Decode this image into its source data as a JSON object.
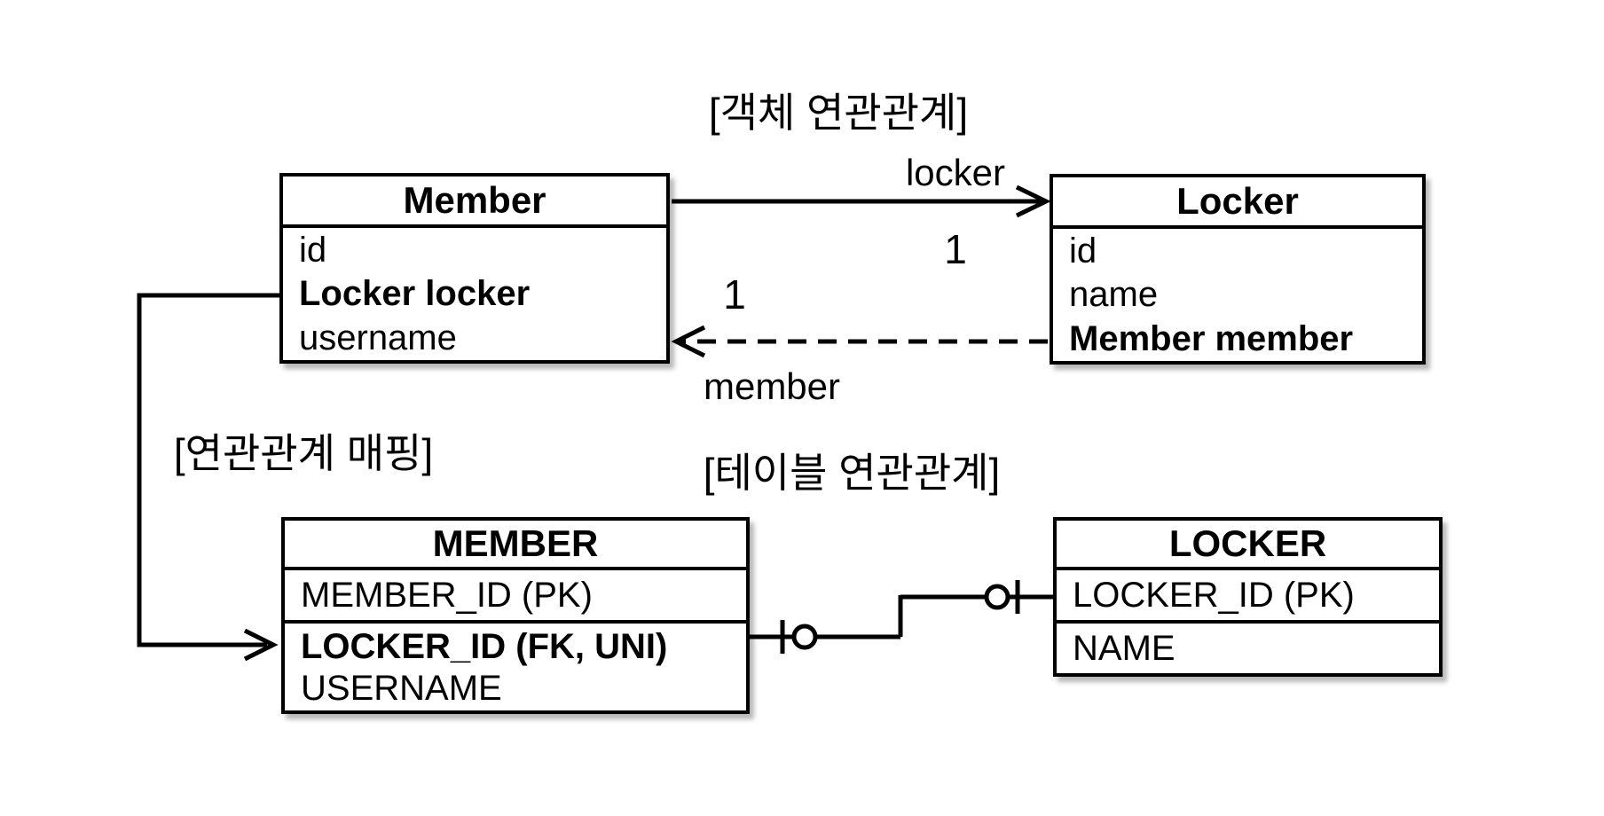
{
  "section_labels": {
    "object_association": "[객체 연관관계]",
    "association_mapping": "[연관관계 매핑]",
    "table_association": "[테이블 연관관계]"
  },
  "object_diagram": {
    "member_class": {
      "title": "Member",
      "fields": [
        {
          "name": "id"
        },
        {
          "name": "Locker locker"
        },
        {
          "name": "username"
        }
      ]
    },
    "locker_class": {
      "title": "Locker",
      "fields": [
        {
          "name": "id"
        },
        {
          "name": "name"
        },
        {
          "name": "Member member"
        }
      ]
    },
    "locker_association": {
      "label": "locker",
      "multiplicity": "1"
    },
    "member_association": {
      "label": "member",
      "multiplicity": "1"
    }
  },
  "table_diagram": {
    "member_table": {
      "title": "MEMBER",
      "columns": [
        {
          "name": "MEMBER_ID (PK)"
        },
        {
          "name": "LOCKER_ID (FK, UNI)"
        },
        {
          "name": "USERNAME"
        }
      ]
    },
    "locker_table": {
      "title": "LOCKER",
      "columns": [
        {
          "name": "LOCKER_ID (PK)"
        },
        {
          "name": "NAME"
        }
      ]
    }
  },
  "colors": {
    "line": "#000000",
    "background": "#ffffff"
  }
}
